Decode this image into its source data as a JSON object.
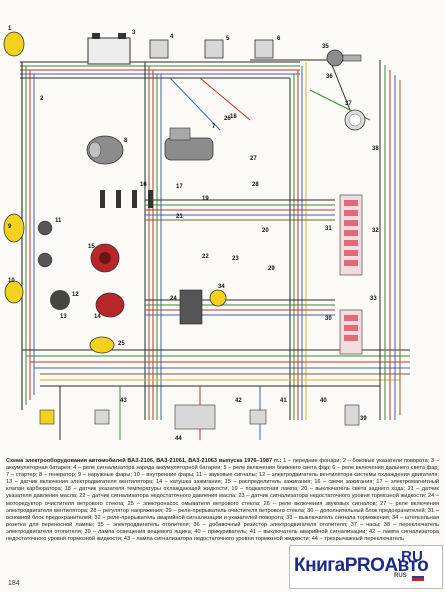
{
  "diagram": {
    "component_numbers": [
      "1",
      "2",
      "3",
      "4",
      "5",
      "6",
      "7",
      "8",
      "9",
      "10",
      "11",
      "12",
      "13",
      "14",
      "15",
      "16",
      "17",
      "18",
      "19",
      "20",
      "21",
      "22",
      "23",
      "24",
      "25",
      "26",
      "27",
      "28",
      "29",
      "30",
      "31",
      "32",
      "33",
      "34",
      "35",
      "36",
      "37",
      "38",
      "39",
      "40",
      "41",
      "42",
      "43",
      "44"
    ],
    "colors": {
      "wire_dark": "#2b2b2b",
      "wire_red": "#c8332b",
      "wire_green": "#3a8a3a",
      "wire_blue": "#3a64b8",
      "wire_brown": "#8a5a2b",
      "wire_yellow": "#d9b21a",
      "component_yellow": "#f2d21c",
      "component_red": "#b8262a",
      "fuse_pink": "#e06a78",
      "component_grey": "#8c8c8c"
    }
  },
  "caption": {
    "title": "Схема электрооборудования автомобилей ВАЗ-2106, ВАЗ-21061, ВАЗ-21063 выпуска 1976–1987 гг.:",
    "text": " 1 – передние фонари; 2 – боковые указатели поворота; 3 – аккумуляторная батарея; 4 – реле сигнализатора заряда аккумуляторной батареи; 5 – реле включения ближнего света фар; 6 – реле включения дальнего света фар; 7 – стартер; 8 – генератор; 9 – наружные фары; 10 – внутренние фары; 11 – звуковые сигналы; 12 – электродвигатель вентилятора системы охлаждения двигателя; 13 – датчик включения электродвигателя вентилятора; 14 – катушка зажигания; 15 – распределитель зажигания; 16 – свечи зажигания; 17 – электромагнитный клапан карбюратора; 18 – датчик указателя температуры охлаждающей жидкости; 19 – подкапотная лампа; 20 – выключатель света заднего хода; 21 – датчик указателя давления масла; 22 – датчик сигнализатора недостаточного давления масла; 23 – датчик сигнализатора недостаточного уровня тормозной жидкости; 24 – моторедуктор очистителя ветрового стекла; 25 – электронасос омывателя ветрового стекла; 26 – реле включения звуковых сигналов; 27 – реле включения электродвигателя вентилятора; 28 – регулятор напряжения; 29 – реле-прерыватель очистителя ветрового стекла; 30 – дополнительный блок предохранителей; 31 – основной блок предохранителей; 32 – реле-прерыватель аварийной сигнализации и указателей поворота; 33 – выключатель сигнала торможения; 34 – штепсельная розетка для переносной лампы; 35 – электродвигатель отопителя; 36 – добавочный резистор электродвигателя отопителя; 37 – часы; 38 – переключатель электродвигателя отопителя; 39 – лампа освещения вещевого ящика; 40 – прикуриватель; 41 – выключатель аварийной сигнализации; 42 – лампа сигнализатора недостаточного уровня тормозной жидкости; 43 – лампа сигнализатора недостаточного уровня тормозной жидкости; 44 – трехрычажный переключатель"
  },
  "page_number": "184",
  "logo": {
    "text": "КнигаPROАвто",
    "domain": ".RU",
    "region": "RUS",
    "flag_colors": [
      "#ffffff",
      "#2040a0",
      "#d02020"
    ]
  }
}
